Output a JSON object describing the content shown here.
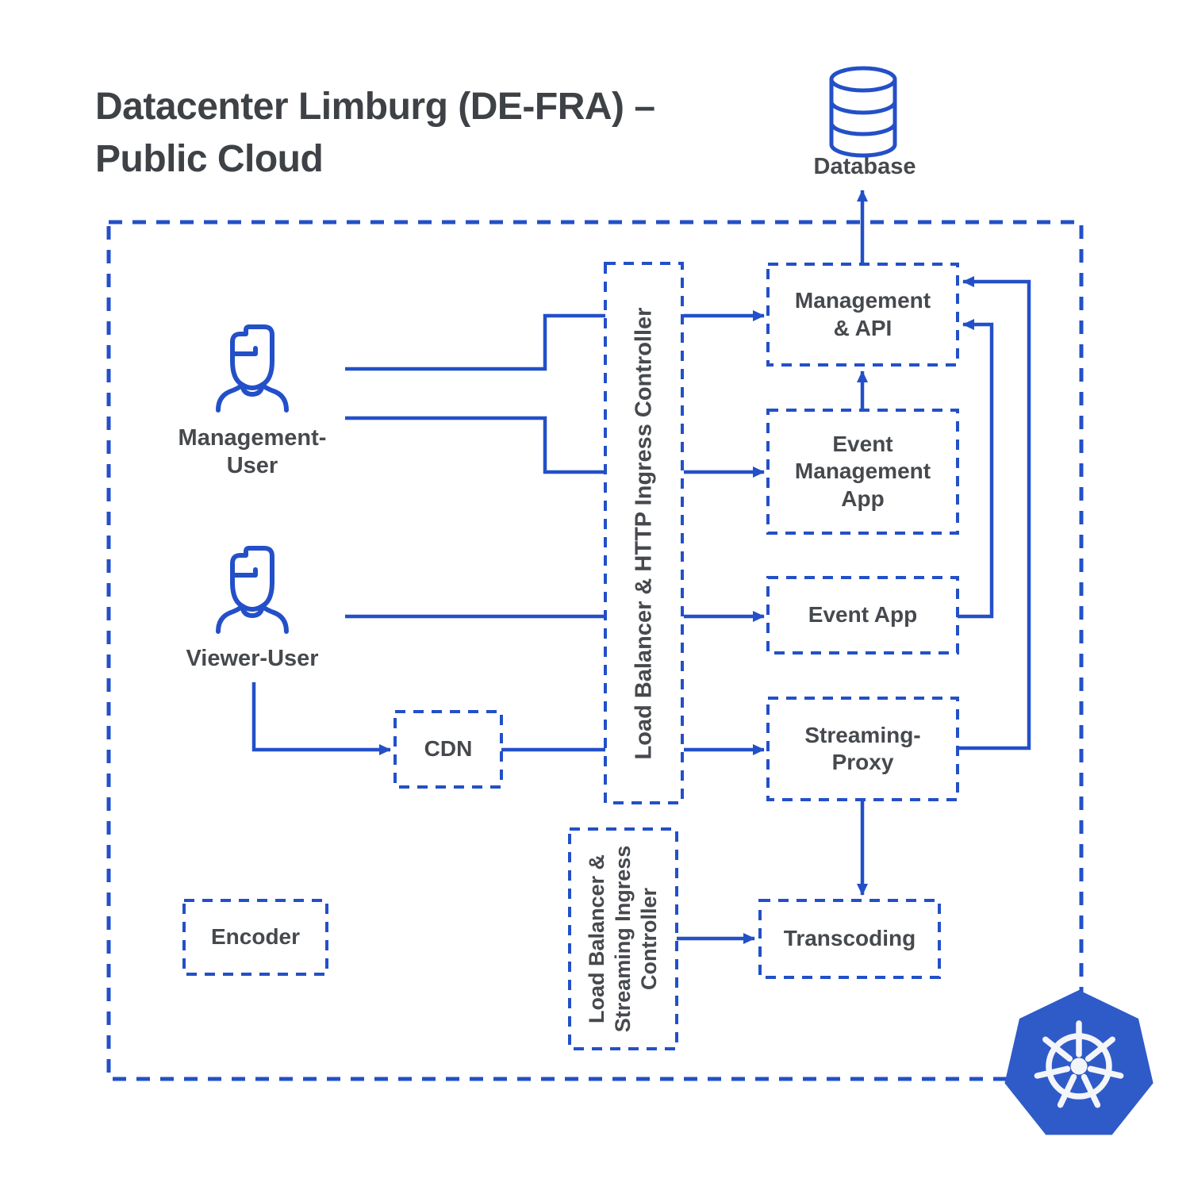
{
  "title": "Datacenter Limburg (DE-FRA) –\nPublic Cloud",
  "colors": {
    "line_blue": "#2350c8",
    "logo_blue": "#2f5bc9",
    "title_gray": "#3e4246",
    "label_gray": "#46494d"
  },
  "nodes": {
    "database": {
      "label": "Database"
    },
    "management_user": {
      "label": "Management-\nUser"
    },
    "viewer_user": {
      "label": "Viewer-User"
    },
    "lb_http": {
      "label": "Load Balancer & HTTP Ingress Controller"
    },
    "lb_streaming": {
      "label": "Load Balancer &\nStreaming Ingress\nController"
    },
    "management_api": {
      "label": "Management\n& API"
    },
    "event_management_app": {
      "label": "Event\nManagement\nApp"
    },
    "event_app": {
      "label": "Event App"
    },
    "streaming_proxy": {
      "label": "Streaming-\nProxy"
    },
    "cdn": {
      "label": "CDN"
    },
    "encoder": {
      "label": "Encoder"
    },
    "transcoding": {
      "label": "Transcoding"
    }
  },
  "icons": {
    "database_icon": "database-cylinder",
    "management_user_icon": "person",
    "viewer_user_icon": "person",
    "kubernetes_logo": "kubernetes-helm-wheel"
  }
}
